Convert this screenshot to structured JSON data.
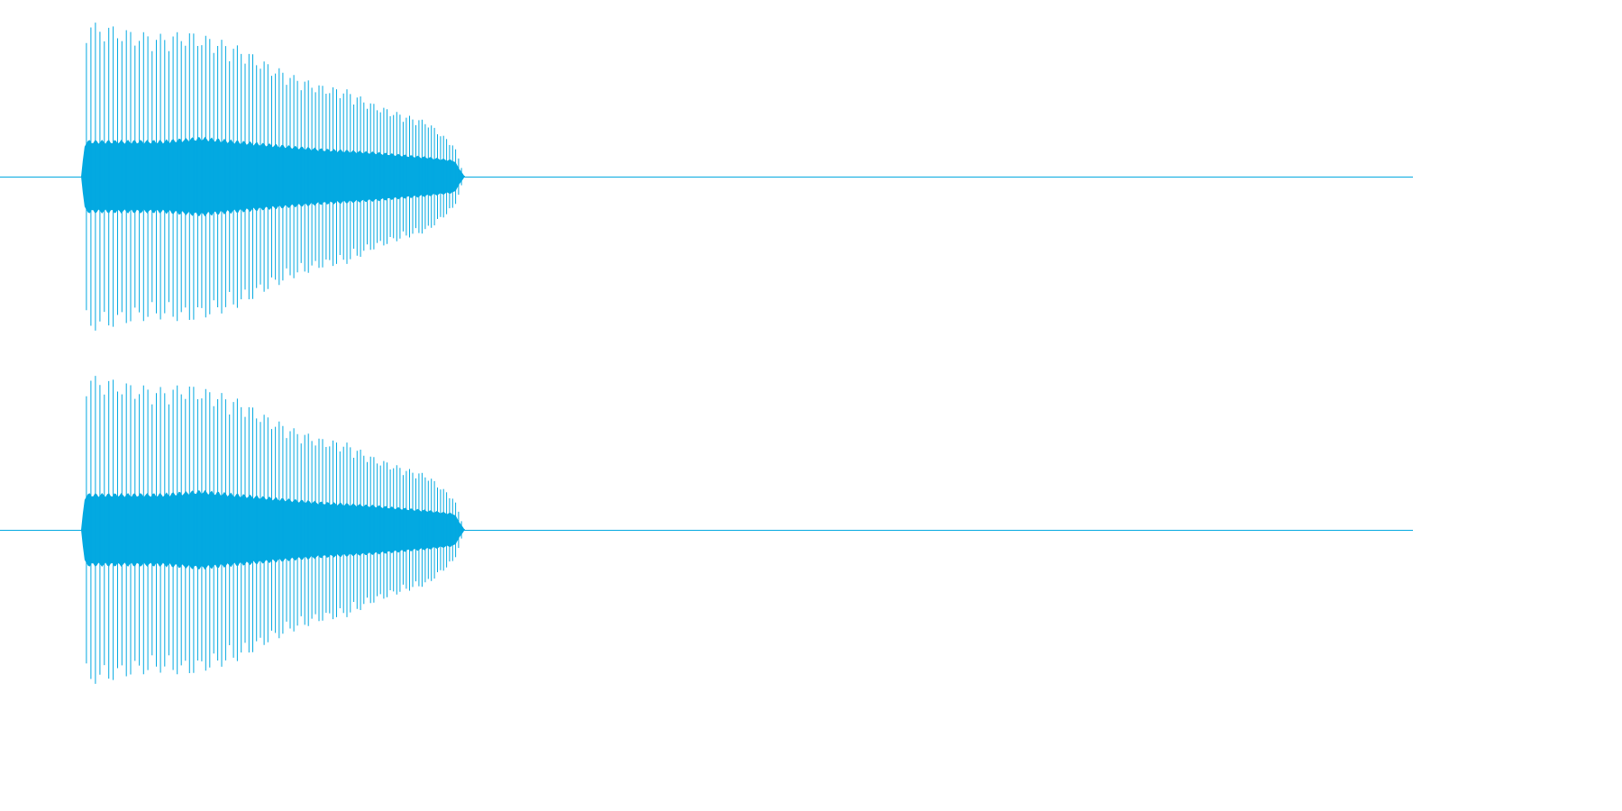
{
  "chart_data": {
    "type": "area",
    "x_range": [
      0,
      1
    ],
    "y_range": [
      -1,
      1
    ],
    "grid": false,
    "legend": "none",
    "color": "#03A9E1",
    "channels": [
      {
        "envelope": [
          {
            "x": 0.0,
            "y": 0.0
          },
          {
            "x": 0.003,
            "y": 0.45
          },
          {
            "x": 0.004,
            "y": 0.98
          },
          {
            "x": 0.02,
            "y": 0.96
          },
          {
            "x": 0.04,
            "y": 0.92
          },
          {
            "x": 0.06,
            "y": 0.9
          },
          {
            "x": 0.08,
            "y": 0.92
          },
          {
            "x": 0.1,
            "y": 0.88
          },
          {
            "x": 0.12,
            "y": 0.82
          },
          {
            "x": 0.14,
            "y": 0.72
          },
          {
            "x": 0.16,
            "y": 0.64
          },
          {
            "x": 0.18,
            "y": 0.58
          },
          {
            "x": 0.2,
            "y": 0.55
          },
          {
            "x": 0.22,
            "y": 0.46
          },
          {
            "x": 0.24,
            "y": 0.4
          },
          {
            "x": 0.26,
            "y": 0.35
          },
          {
            "x": 0.28,
            "y": 0.2
          },
          {
            "x": 0.285,
            "y": 0.08
          },
          {
            "x": 0.288,
            "y": 0.0
          }
        ],
        "body": [
          {
            "x": 0.0,
            "y": 0.0
          },
          {
            "x": 0.003,
            "y": 0.22
          },
          {
            "x": 0.06,
            "y": 0.22
          },
          {
            "x": 0.09,
            "y": 0.24
          },
          {
            "x": 0.14,
            "y": 0.2
          },
          {
            "x": 0.18,
            "y": 0.17
          },
          {
            "x": 0.22,
            "y": 0.15
          },
          {
            "x": 0.26,
            "y": 0.12
          },
          {
            "x": 0.28,
            "y": 0.1
          },
          {
            "x": 0.288,
            "y": 0.0
          }
        ]
      },
      {
        "envelope": [
          {
            "x": 0.0,
            "y": 0.0
          },
          {
            "x": 0.003,
            "y": 0.45
          },
          {
            "x": 0.004,
            "y": 0.98
          },
          {
            "x": 0.02,
            "y": 0.96
          },
          {
            "x": 0.04,
            "y": 0.92
          },
          {
            "x": 0.06,
            "y": 0.9
          },
          {
            "x": 0.08,
            "y": 0.92
          },
          {
            "x": 0.1,
            "y": 0.88
          },
          {
            "x": 0.12,
            "y": 0.82
          },
          {
            "x": 0.14,
            "y": 0.72
          },
          {
            "x": 0.16,
            "y": 0.64
          },
          {
            "x": 0.18,
            "y": 0.58
          },
          {
            "x": 0.2,
            "y": 0.55
          },
          {
            "x": 0.22,
            "y": 0.46
          },
          {
            "x": 0.24,
            "y": 0.4
          },
          {
            "x": 0.26,
            "y": 0.35
          },
          {
            "x": 0.28,
            "y": 0.2
          },
          {
            "x": 0.285,
            "y": 0.08
          },
          {
            "x": 0.288,
            "y": 0.0
          }
        ],
        "body": [
          {
            "x": 0.0,
            "y": 0.0
          },
          {
            "x": 0.003,
            "y": 0.22
          },
          {
            "x": 0.06,
            "y": 0.22
          },
          {
            "x": 0.09,
            "y": 0.24
          },
          {
            "x": 0.14,
            "y": 0.2
          },
          {
            "x": 0.18,
            "y": 0.17
          },
          {
            "x": 0.22,
            "y": 0.15
          },
          {
            "x": 0.26,
            "y": 0.12
          },
          {
            "x": 0.28,
            "y": 0.1
          },
          {
            "x": 0.288,
            "y": 0.0
          }
        ]
      }
    ]
  }
}
